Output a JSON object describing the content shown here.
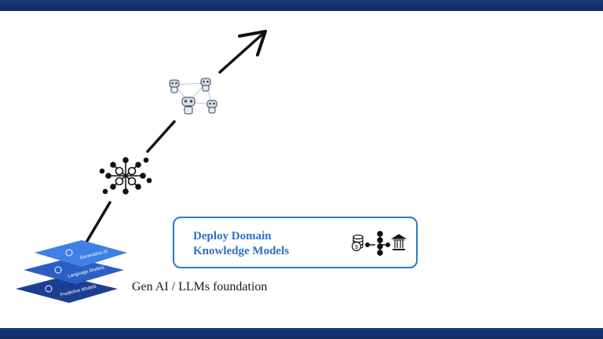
{
  "layers": [
    {
      "label": "Generative AI"
    },
    {
      "label": "Language Models"
    },
    {
      "label": "Predictive Models"
    }
  ],
  "foundation_label": "Gen AI / LLMs foundation",
  "deploy": {
    "line1": "Deploy Domain",
    "line2": "Knowledge Models"
  },
  "icons": {
    "arrow": "growth-arrow",
    "network": "neural-network-icon",
    "agents": "robot-agents-icon",
    "coins": "coins-icon",
    "graph": "node-graph-icon",
    "bank": "bank-icon"
  },
  "colors": {
    "band": "#163a78",
    "layer_light": "#3f7fe6",
    "layer_mid": "#2b5fc4",
    "layer_dark": "#1c3f94",
    "box_border": "#2f78c8",
    "title_text": "#2f6fc0"
  }
}
